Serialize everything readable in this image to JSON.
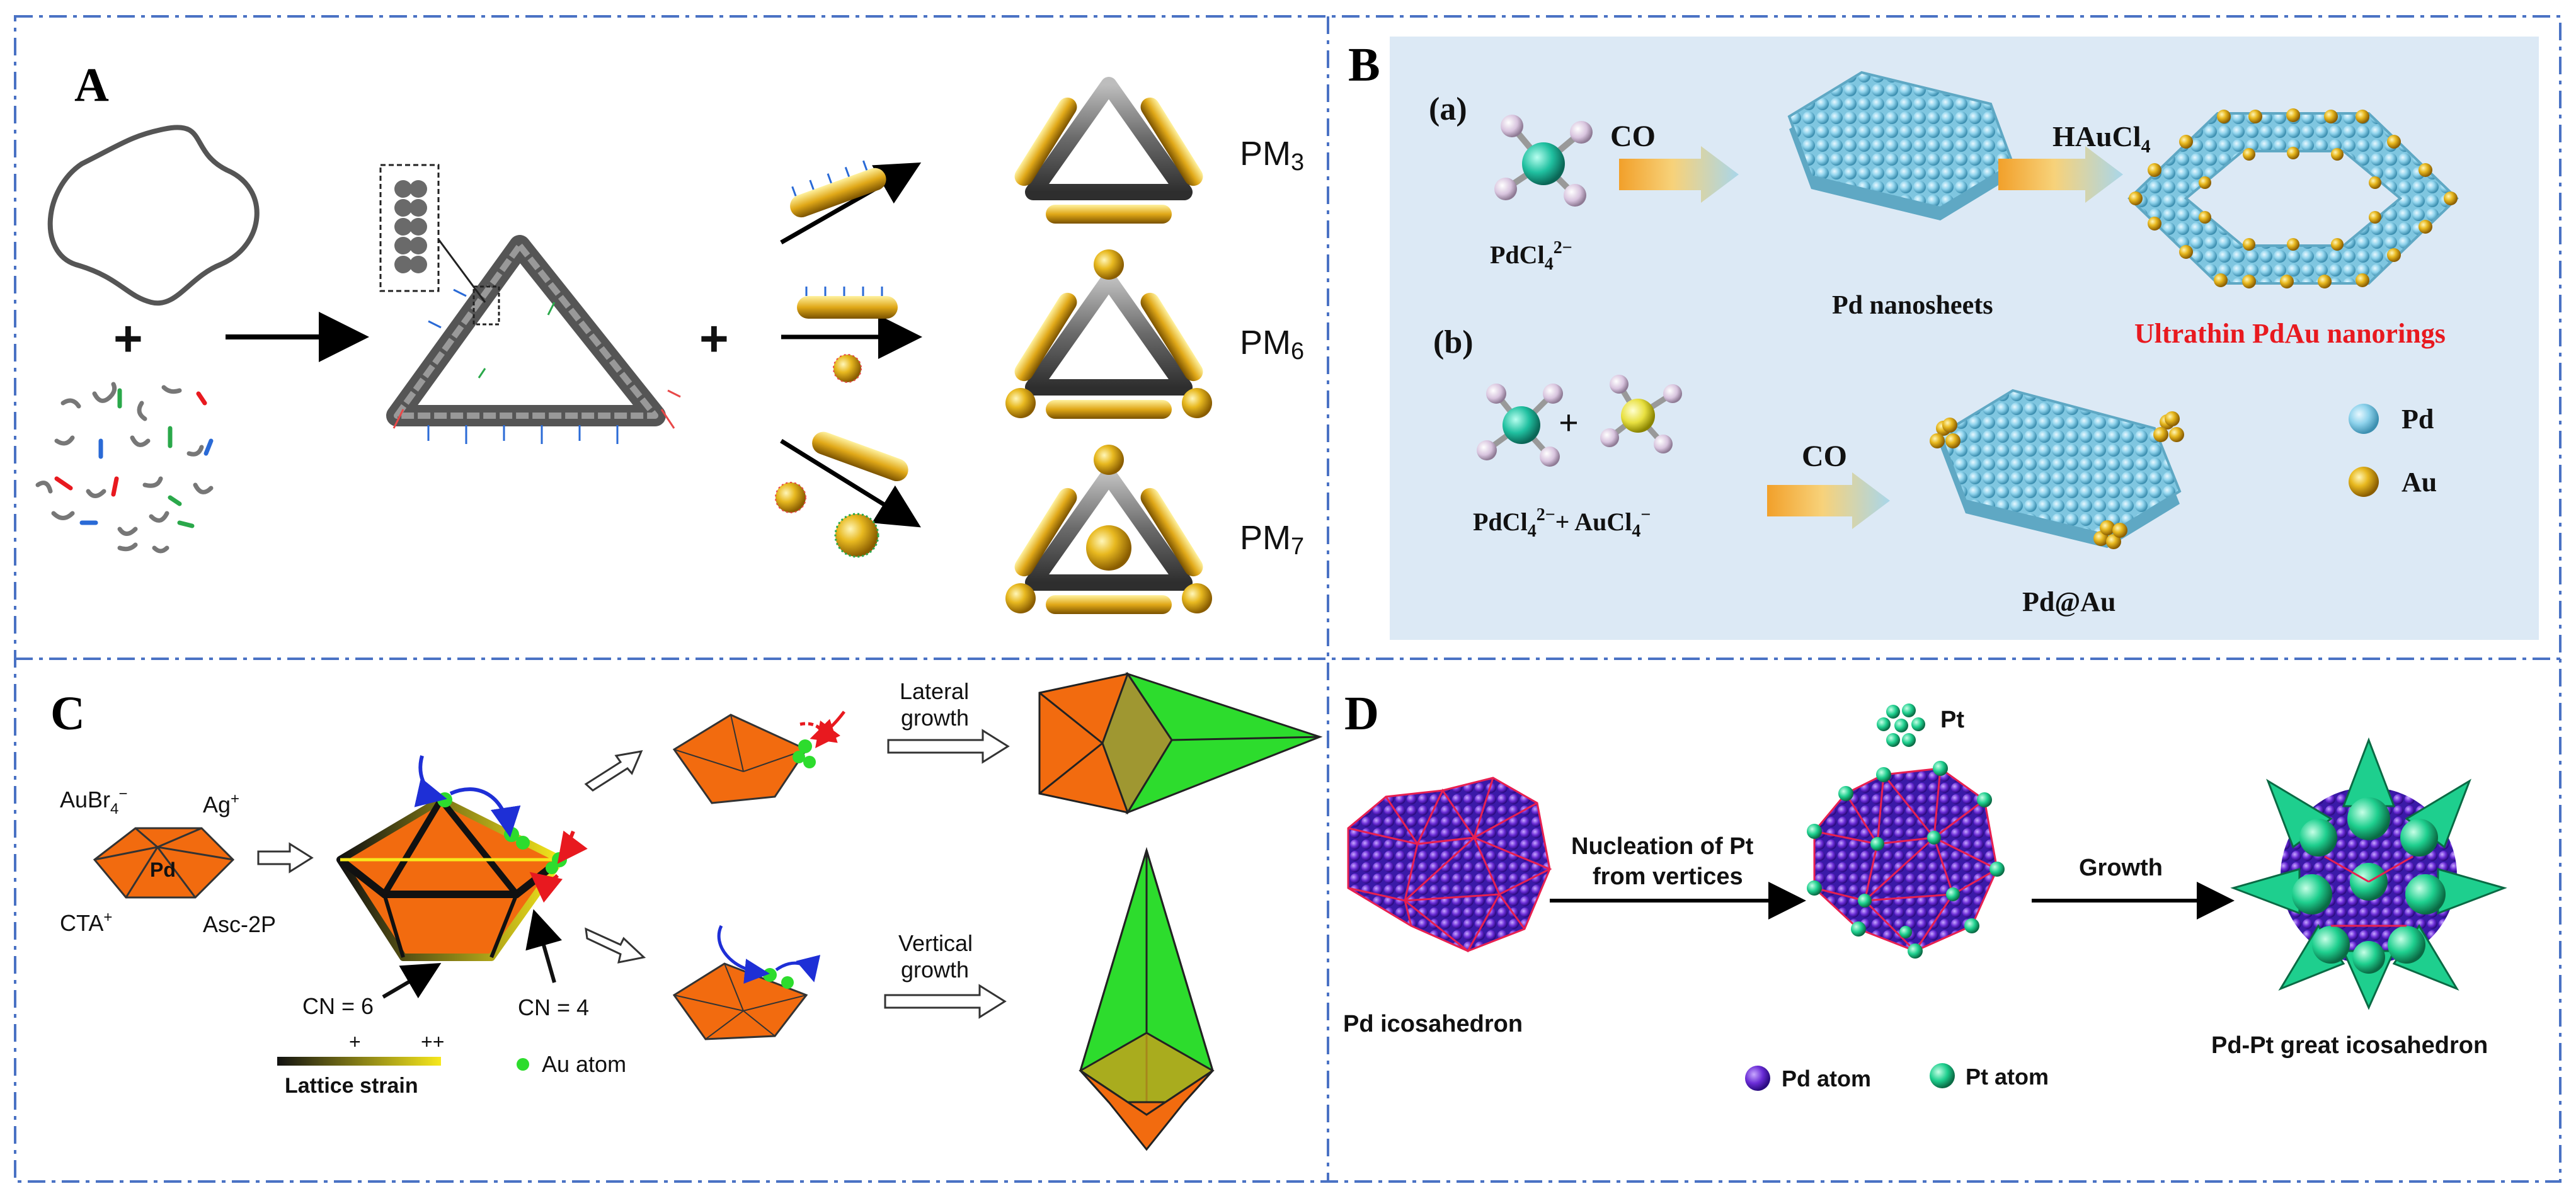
{
  "panels": {
    "A": {
      "letter": "A",
      "labels": [
        "PM",
        "PM",
        "PM"
      ],
      "subscripts": [
        "3",
        "6",
        "7"
      ],
      "plus1": "+",
      "plus2": "+"
    },
    "B": {
      "letter": "B",
      "row_a": {
        "tag": "(a)",
        "precursor_main": "PdCl",
        "precursor_sub": "4",
        "precursor_sup": "2−",
        "reagent1": "CO",
        "product1": "Pd nanosheets",
        "reagent2_main": "HAuCl",
        "reagent2_sub": "4",
        "product2": "Ultrathin PdAu nanorings"
      },
      "row_b": {
        "tag": "(b)",
        "plus": "+",
        "precursor_main1": "PdCl",
        "precursor_sub1": "4",
        "precursor_sup1": "2−",
        "precursor_plus": "+ AuCl",
        "precursor_sub2": "4",
        "precursor_sup2": "−",
        "reagent": "CO",
        "product": "Pd@Au"
      },
      "legend": {
        "pd": "Pd",
        "au": "Au"
      },
      "colors": {
        "pd": "#8fd3ec",
        "au": "#e8b920",
        "bg": "#dce9f5",
        "red_text": "#e8191f",
        "arrow": "#f0b040"
      }
    },
    "C": {
      "letter": "C",
      "aubr_main": "AuBr",
      "aubr_sub": "4",
      "aubr_sup": "−",
      "ag": "Ag",
      "ag_sup": "+",
      "cta": "CTA",
      "cta_sup": "+",
      "asc": "Asc-2P",
      "pd": "Pd",
      "cn6": "CN = 6",
      "cn4": "CN = 4",
      "strain_plus": "+",
      "strain_plusplus": "++",
      "strain_label": "Lattice strain",
      "au_atom": "Au atom",
      "lateral1": "Lateral",
      "lateral2": "growth",
      "vertical1": "Vertical",
      "vertical2": "growth",
      "colors": {
        "orange": "#f26b0f",
        "green": "#2ddc2d",
        "blue": "#1e2fd6",
        "red": "#e8191f",
        "yellow": "#f7e81c"
      }
    },
    "D": {
      "letter": "D",
      "pt": "Pt",
      "nucleation1": "Nucleation of Pt",
      "nucleation2": "from vertices",
      "growth": "Growth",
      "pd_ico": "Pd icosahedron",
      "pdpt": "Pd-Pt great icosahedron",
      "pd_atom": "Pd atom",
      "pt_atom": "Pt atom",
      "colors": {
        "pd": "#6a2cd6",
        "pt": "#1ecf8e",
        "edge": "#e82050"
      }
    }
  }
}
